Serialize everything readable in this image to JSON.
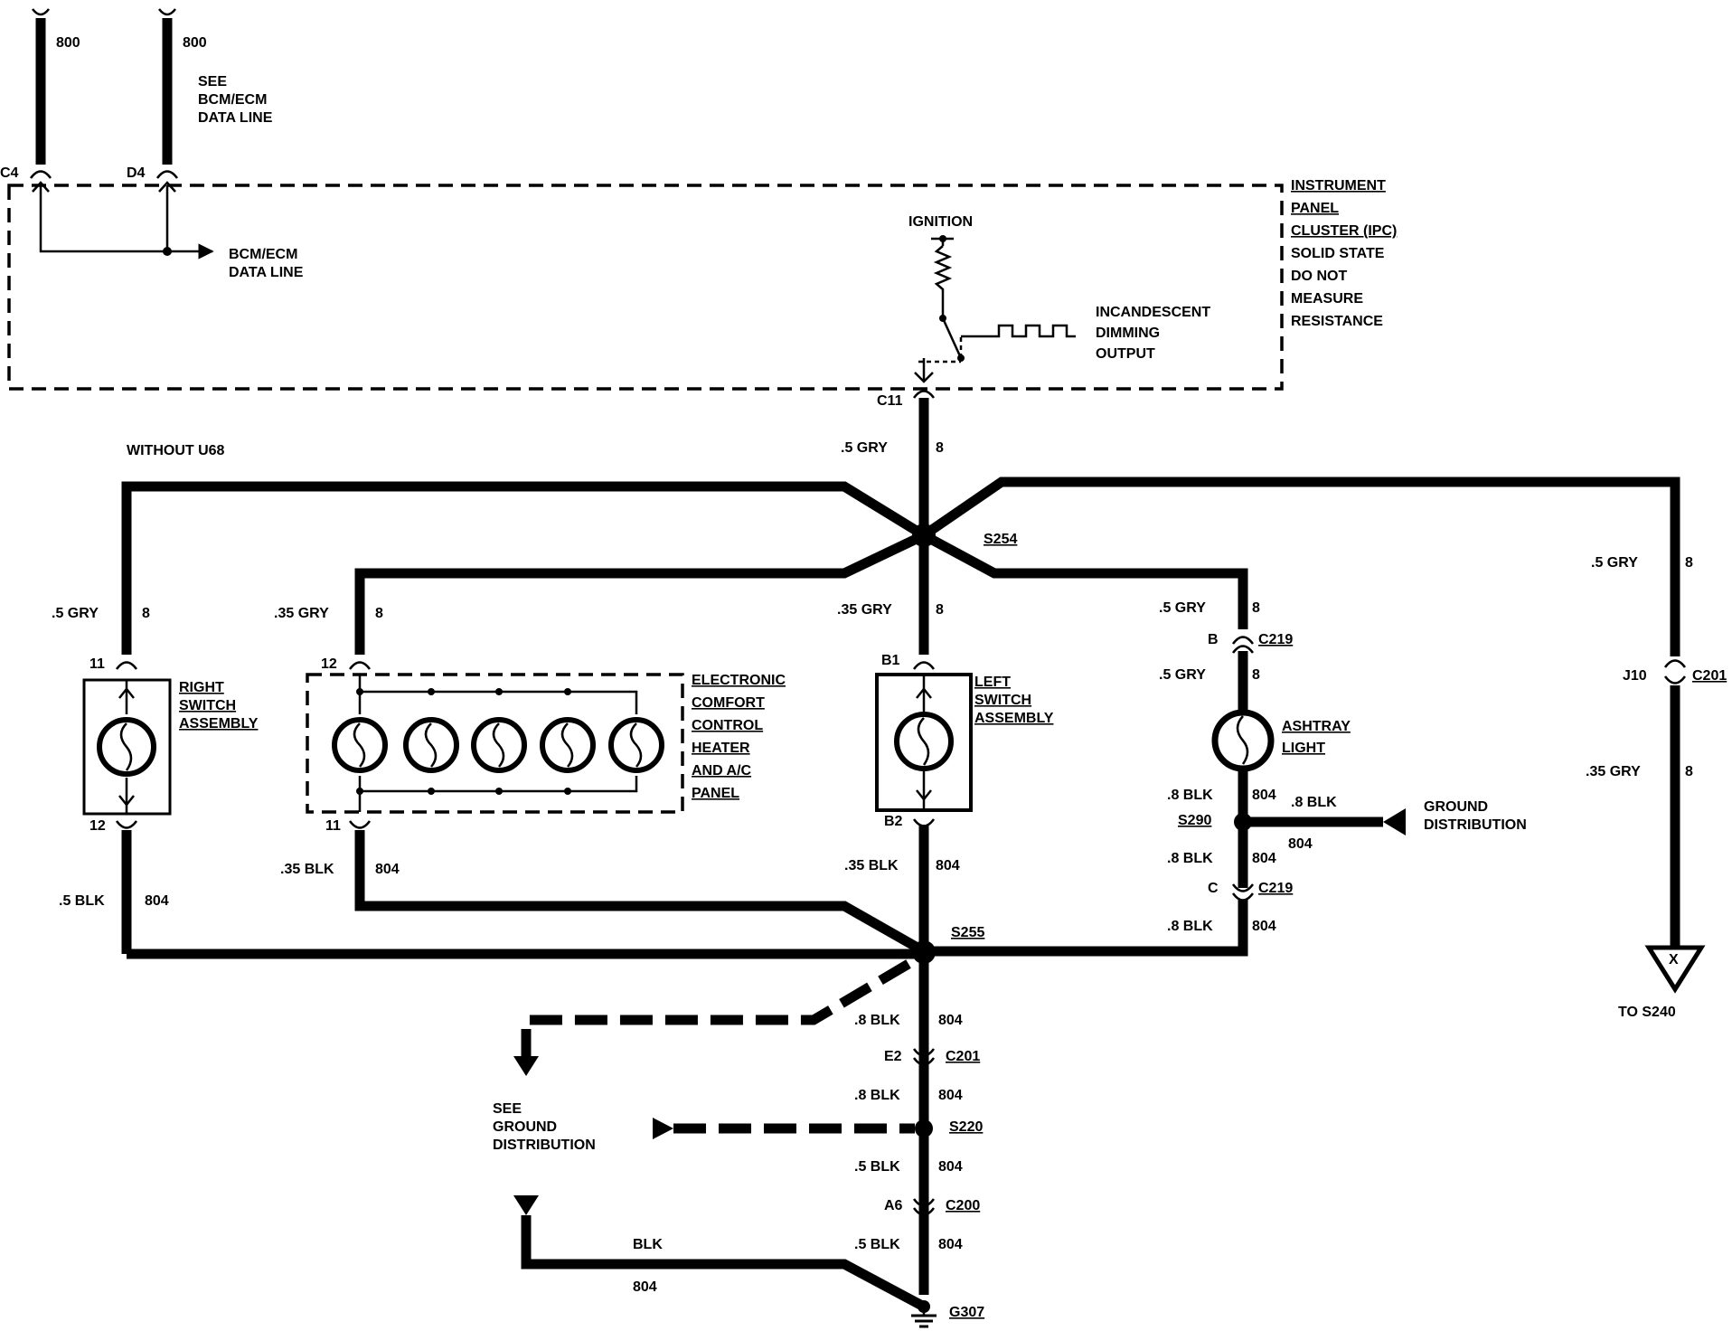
{
  "top": {
    "wire_left": "800",
    "wire_right": "800",
    "see_note": [
      "SEE",
      "BCM/ECM",
      "DATA LINE"
    ],
    "pin_c4": "C4",
    "pin_d4": "D4",
    "bcm_arrow": [
      "BCM/ECM",
      "DATA LINE"
    ]
  },
  "ipc": {
    "title": [
      "INSTRUMENT",
      "PANEL",
      "CLUSTER (IPC)",
      "SOLID STATE",
      "DO NOT",
      "MEASURE",
      "RESISTANCE"
    ],
    "ignition": "IGNITION",
    "dimming": [
      "INCANDESCENT",
      "DIMMING",
      "OUTPUT"
    ],
    "connector": "C11"
  },
  "feed": {
    "variant": "WITHOUT U68",
    "size": ".5 GRY",
    "circuit": "8",
    "splice": "S254"
  },
  "right_switch": {
    "name": [
      "RIGHT",
      "SWITCH",
      "ASSEMBLY"
    ],
    "in_size": ".5 GRY",
    "in_circuit": "8",
    "pin_in": "11",
    "pin_out": "12",
    "out_size": ".5 BLK",
    "out_circuit": "804"
  },
  "hvac_panel": {
    "name": [
      "ELECTRONIC",
      "COMFORT",
      "CONTROL",
      "HEATER",
      "AND A/C",
      "PANEL"
    ],
    "in_size": ".35 GRY",
    "in_circuit": "8",
    "pin_in": "12",
    "pin_out": "11",
    "out_size": ".35 BLK",
    "out_circuit": "804"
  },
  "left_switch": {
    "name": [
      "LEFT",
      "SWITCH",
      "ASSEMBLY"
    ],
    "in_size": ".35 GRY",
    "in_circuit": "8",
    "pin_in": "B1",
    "pin_out": "B2",
    "out_size": ".35 BLK",
    "out_circuit": "804"
  },
  "ashtray": {
    "name": [
      "ASHTRAY",
      "LIGHT"
    ],
    "in_size_1": ".5 GRY",
    "in_circuit_1": "8",
    "conn_pin_b": "B",
    "conn_c219": "C219",
    "in_size_2": ".5 GRY",
    "in_circuit_2": "8",
    "out_size_1": ".8 BLK",
    "out_circuit_1": "804",
    "splice": "S290",
    "gd_size": ".8 BLK",
    "gd_circuit": "804",
    "ground_dist": [
      "GROUND",
      "DISTRIBUTION"
    ],
    "out_size_2": ".8 BLK",
    "out_circuit_2": "804",
    "conn_pin_c": "C",
    "conn_c219_2": "C219",
    "out_size_3": ".8 BLK",
    "out_circuit_3": "804"
  },
  "to_s240": {
    "size_1": ".5 GRY",
    "circuit_1": "8",
    "pin": "J10",
    "connector": "C201",
    "size_2": ".35 GRY",
    "circuit_2": "8",
    "mark": "X",
    "label": "TO S240"
  },
  "ground": {
    "splice": "S255",
    "size_1": ".8 BLK",
    "circuit_1": "804",
    "pin_e2": "E2",
    "conn_c201": "C201",
    "size_2": ".8 BLK",
    "circuit_2": "804",
    "splice_s220": "S220",
    "see_ground": [
      "SEE",
      "GROUND",
      "DISTRIBUTION"
    ],
    "size_3": ".5 BLK",
    "circuit_3": "804",
    "pin_a6": "A6",
    "conn_c200": "C200",
    "size_4": ".5 BLK",
    "circuit_4": "804",
    "blk_color": "BLK",
    "blk_circuit": "804",
    "ground_point": "G307"
  }
}
